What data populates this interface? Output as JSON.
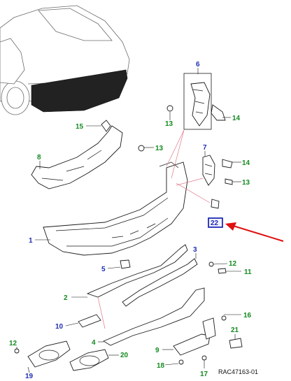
{
  "colors": {
    "callout_blue": "#1f2db3",
    "callout_green": "#138a1f",
    "highlight_box": "#1f2db3",
    "highlight_fill": "#f2f2ff",
    "arrow_red": "#e01010",
    "leader_pink": "#e07a8a"
  },
  "callouts": {
    "c1": "1",
    "c2": "2",
    "c3": "3",
    "c4": "4",
    "c5": "5",
    "c6": "6",
    "c7": "7",
    "c8": "8",
    "c9": "9",
    "c10": "10",
    "c11": "11",
    "c12a": "12",
    "c12b": "12",
    "c13a": "13",
    "c13b": "13",
    "c13c": "13",
    "c14a": "14",
    "c14b": "14",
    "c15": "15",
    "c16": "16",
    "c17": "17",
    "c18": "18",
    "c19": "19",
    "c20": "20",
    "c21": "21",
    "c22": "22"
  },
  "reference_id": "RAC47163-01"
}
